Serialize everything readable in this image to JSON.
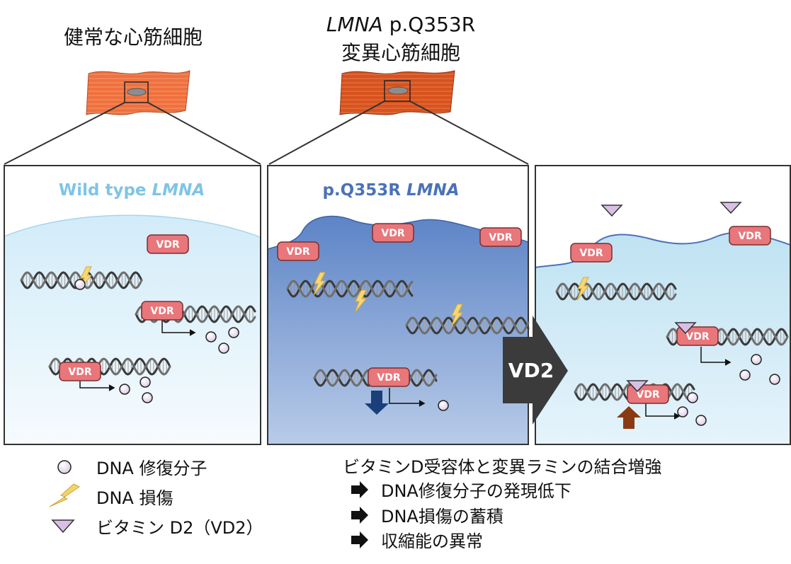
{
  "titles": {
    "healthy": "健常な心筋細胞",
    "mutant_gene": "LMNA",
    "mutant_variant": " p.Q353R",
    "mutant_cell": "変異心筋細胞"
  },
  "panels": {
    "wild": {
      "title_prefix": "Wild type ",
      "title_gene": "LMNA"
    },
    "mutant": {
      "title_prefix": "p.Q353R  ",
      "title_gene": "LMNA"
    }
  },
  "vdr_label": "VDR",
  "vd2_arrow_label": "VD2",
  "legend": {
    "repair": "DNA 修復分子",
    "damage": "DNA 損傷",
    "vd2": "ビタミン D2（VD2）"
  },
  "summary": {
    "heading": "ビタミンD受容体と変異ラミンの結合増強",
    "items": [
      "DNA修復分子の発現低下",
      "DNA損傷の蓄積",
      "収縮能の異常"
    ]
  },
  "colors": {
    "wild_title": "#7fc4e6",
    "mutant_title": "#4a72b8",
    "vdr_fill": "#e8767a",
    "healthy_cell": "#f0713e",
    "mutant_cell": "#d9521c",
    "down_arrow": "#1a3f7a",
    "up_arrow": "#8a3a12",
    "vd2_triangle": "#d9bfe6"
  }
}
